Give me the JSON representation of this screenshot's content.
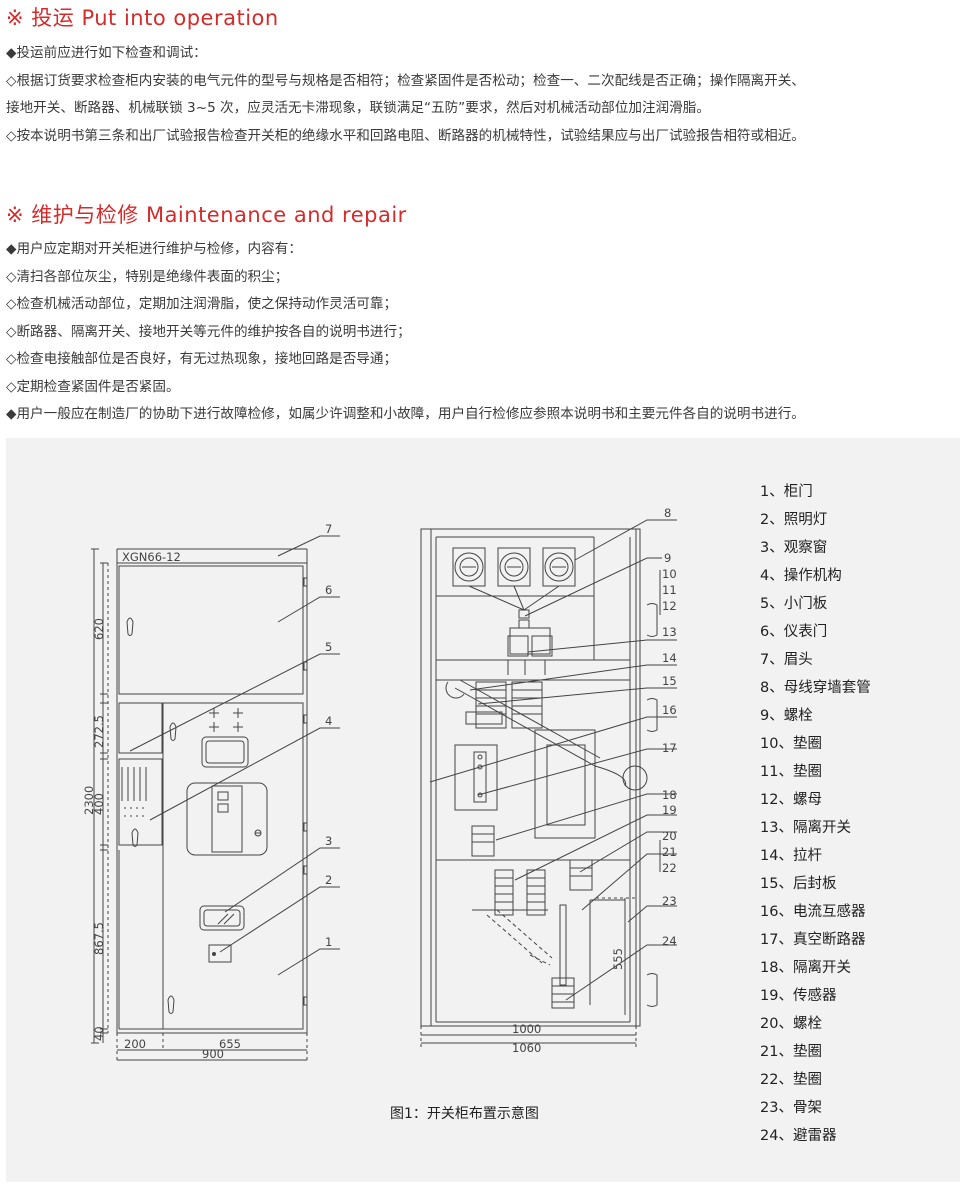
{
  "section1": {
    "title": "※ 投运 Put into operation",
    "lines": [
      "◆投运前应进行如下检查和调试：",
      "◇根据订货要求检查柜内安装的电气元件的型号与规格是否相符；检查紧固件是否松动；检查一、二次配线是否正确；操作隔离开关、",
      "接地开关、断路器、机械联锁 3~5 次，应灵活无卡滞现象，联锁满足“五防”要求，然后对机械活动部位加注润滑脂。",
      "◇按本说明书第三条和出厂试验报告检查开关柜的绝缘水平和回路电阻、断路器的机械特性，试验结果应与出厂试验报告相符或相近。"
    ]
  },
  "section2": {
    "title": "※ 维护与检修 Maintenance and repair",
    "lines": [
      "◆用户应定期对开关柜进行维护与检修，内容有：",
      "◇清扫各部位灰尘，特别是绝缘件表面的积尘；",
      "◇检查机械活动部位，定期加注润滑脂，使之保持动作灵活可靠；",
      "◇断路器、隔离开关、接地开关等元件的维护按各自的说明书进行；",
      "◇检查电接触部位是否良好，有无过热现象，接地回路是否导通；",
      "◇定期检查紧固件是否紧固。",
      "◆用户一般应在制造厂的协助下进行故障检修，如属少许调整和小故障，用户自行检修应参照本说明书和主要元件各自的说明书进行。"
    ]
  },
  "figure": {
    "caption": "图1：开关柜布置示意图",
    "model_label": "XGN66-12",
    "front_dims": {
      "h620": "620",
      "h272": "272.5",
      "h400": "400",
      "h867": "867.5",
      "h40": "40",
      "total": "2300",
      "w200": "200",
      "w655": "655",
      "w900": "900"
    },
    "side_dims": {
      "w1000": "1000",
      "w1060": "1060",
      "h555": "555"
    },
    "front_callouts": [
      "7",
      "6",
      "5",
      "4",
      "3",
      "2",
      "1"
    ],
    "side_callouts": [
      "8",
      "9",
      "10",
      "11",
      "12",
      "13",
      "14",
      "15",
      "16",
      "17",
      "18",
      "19",
      "20",
      "21",
      "22",
      "23",
      "24"
    ],
    "legend": [
      "1、柜门",
      "2、照明灯",
      "3、观察窗",
      "4、操作机构",
      "5、小门板",
      "6、仪表门",
      "7、眉头",
      "8、母线穿墙套管",
      "9、螺栓",
      "10、垫圈",
      "11、垫圈",
      "12、螺母",
      "13、隔离开关",
      "14、拉杆",
      "15、后封板",
      "16、电流互感器",
      "17、真空断路器",
      "18、隔离开关",
      "19、传感器",
      "20、螺栓",
      "21、垫圈",
      "22、垫圈",
      "23、骨架",
      "24、避雷器"
    ]
  }
}
